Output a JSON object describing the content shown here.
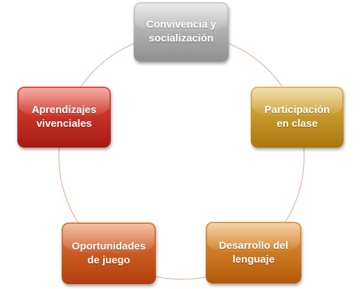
{
  "nodes": [
    {
      "label": "Convivencia y\nsocialización",
      "color_top": "#cfcfcf",
      "color_bottom": "#8f8f8f"
    },
    {
      "label": "Participación\nen clase",
      "color_top": "#e0b84a",
      "color_bottom": "#a9760d"
    },
    {
      "label": "Desarrollo del\nlenguaje",
      "color_top": "#e69a3c",
      "color_bottom": "#b35a09"
    },
    {
      "label": "Oportunidades\nde juego",
      "color_top": "#e4763c",
      "color_bottom": "#b13f0c"
    },
    {
      "label": "Aprendizajes\nvivenciales",
      "color_top": "#e64a3a",
      "color_bottom": "#a61a12"
    }
  ],
  "connector_color": "#e0b8a8"
}
